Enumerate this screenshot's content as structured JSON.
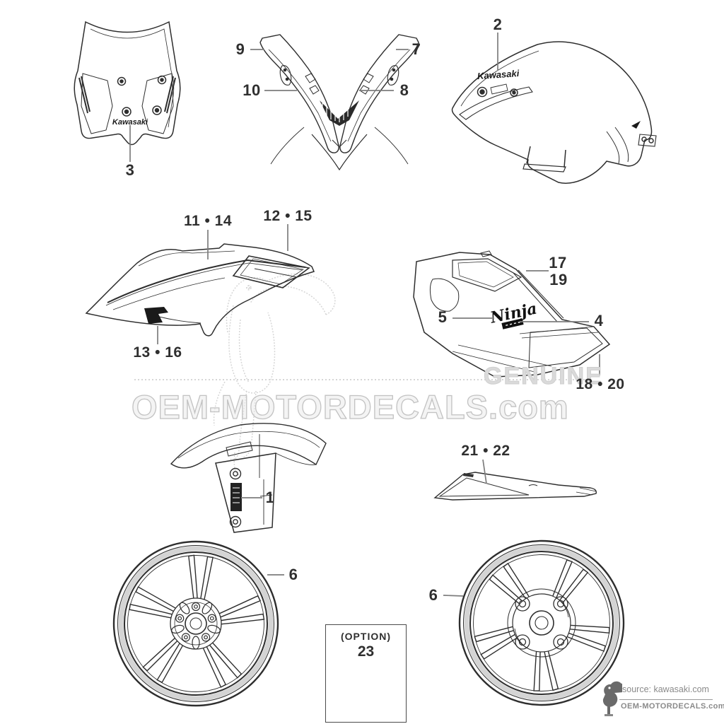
{
  "colors": {
    "line": "#2e2e2e",
    "leader": "#7d7d7d",
    "label": "#2f2f2f",
    "watermark": "#c2c2c2",
    "genuine": "#dadada",
    "badge_text": "#8a8a8a"
  },
  "decals": {
    "windscreen_logo": "Kawasaki",
    "tank_logo": "Kawasaki",
    "ninja_logo": "Ninja"
  },
  "callouts": {
    "part1": "1",
    "part2": "2",
    "part3": "3",
    "part4": "4",
    "part5": "5",
    "part6_front": "6",
    "part6_rear": "6",
    "part7": "7",
    "part8": "8",
    "part9": "9",
    "part10": "10",
    "part11_14": "11 • 14",
    "part12_15": "12 • 15",
    "part13_16": "13 • 16",
    "part17": "17",
    "part19": "19",
    "part18_20": "18 • 20",
    "part21_22": "21 • 22"
  },
  "option_box": {
    "title": "(OPTION)",
    "number": "23"
  },
  "watermarks": {
    "site": "OEM-MOTORDECALS.com",
    "genuine": "GENUINE"
  },
  "source_badge": {
    "line1": "source: kawasaki.com",
    "line2": "OEM-MOTORDECALS.com"
  }
}
